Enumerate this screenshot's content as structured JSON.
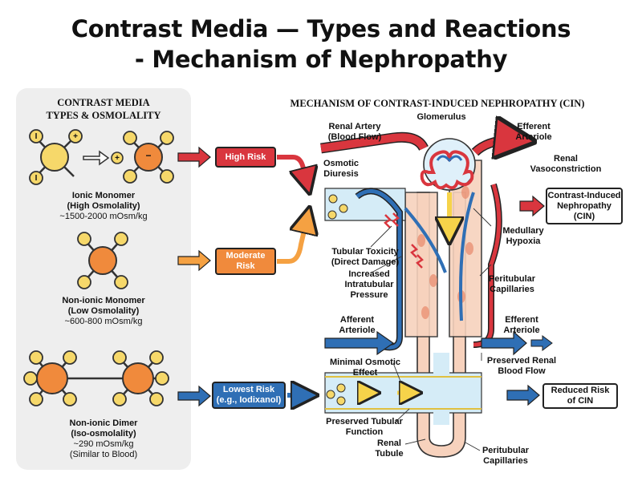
{
  "title": {
    "line1": "Contrast Media — Types and Reactions",
    "line2": "- Mechanism of Nephropathy"
  },
  "left_panel": {
    "title_line1": "CONTRAST MEDIA",
    "title_line2": "TYPES & OSMOLALITY",
    "ionic": {
      "name": "Ionic Monomer",
      "osm": "(High Osmolality)",
      "range": "~1500-2000 mOsm/kg"
    },
    "nonionic": {
      "name": "Non-ionic Monomer",
      "osm": "(Low Osmolality)",
      "range": "~600-800 mOsm/kg"
    },
    "dimer": {
      "name": "Non-ionic Dimer",
      "osm": "(Iso-osmolality)",
      "range": "~290 mOsm/kg",
      "note": "(Similar to Blood)"
    },
    "atom_label": "I",
    "charge_plus": "+",
    "charge_minus": "−"
  },
  "risk": {
    "high": "High Risk",
    "moderate_line1": "Moderate",
    "moderate_line2": "Risk",
    "lowest_line1": "Lowest Risk",
    "lowest_line2": "(e.g., Iodixanol)"
  },
  "mechanism": {
    "title": "MECHANISM OF CONTRAST-INDUCED NEPHROPATHY (CIN)",
    "renal_artery": [
      "Renal Artery",
      "(Blood Flow)"
    ],
    "glomerulus": "Glomerulus",
    "efferent_top": [
      "Efferent",
      "Arteriole"
    ],
    "renal_vaso": [
      "Renal",
      "Vasoconstriction"
    ],
    "osmotic_diuresis": [
      "Osmotic",
      "Diuresis"
    ],
    "cin_box": [
      "Contrast-Induced",
      "Nephropathy",
      "(CIN)"
    ],
    "medullary": [
      "Medullary",
      "Hypoxia"
    ],
    "tubular_toxicity": [
      "Tubular Toxicity",
      "(Direct Damage)"
    ],
    "increased_pressure": [
      "Increased",
      "Intratubular",
      "Pressure"
    ],
    "peritubular_top": [
      "Peritubular",
      "Capillaries"
    ],
    "afferent": [
      "Afferent",
      "Arteriole"
    ],
    "efferent_bottom": [
      "Efferent",
      "Arteriole"
    ],
    "minimal_osmotic": [
      "Minimal Osmotic",
      "Effect"
    ],
    "preserved_flow": [
      "Preserved Renal",
      "Blood Flow"
    ],
    "preserved_tubular": [
      "Preserved Tubular",
      "Function"
    ],
    "renal_tubule": [
      "Renal",
      "Tubule"
    ],
    "peritubular_bottom": [
      "Peritubular",
      "Capillaries"
    ],
    "reduced_box": [
      "Reduced Risk",
      "of CIN"
    ]
  },
  "colors": {
    "orange": "#f08a3c",
    "yellow": "#f6d86a",
    "red": "#d9363e",
    "blue": "#2f6fb5",
    "tubule": "#f7d2bd"
  }
}
